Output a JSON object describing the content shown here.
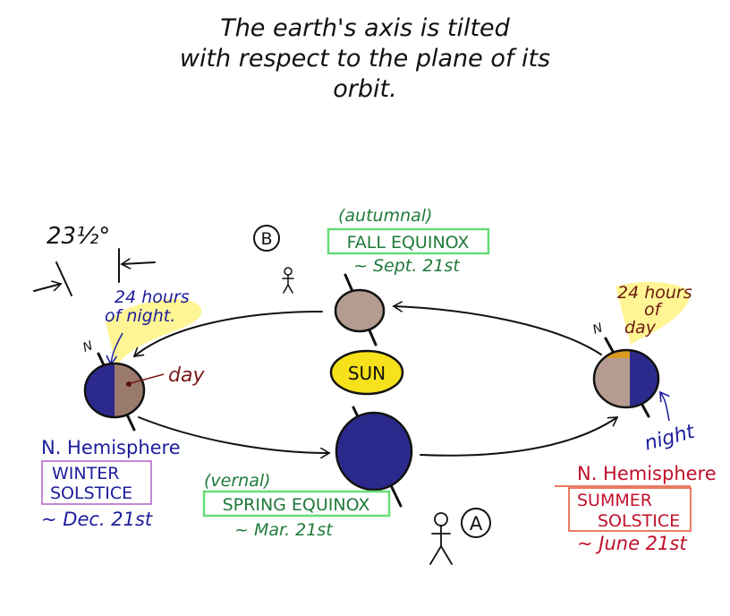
{
  "title": {
    "line1": "The earth's axis is tilted",
    "line2": "with respect to the plane of its",
    "line3": "orbit."
  },
  "tilt": {
    "angle_label": "23½°"
  },
  "observers": {
    "b_label": "B",
    "a_label": "A"
  },
  "fall": {
    "qualifier": "(autumnal)",
    "name": "FALL EQUINOX",
    "date": "~ Sept. 21st"
  },
  "spring": {
    "qualifier": "(vernal)",
    "name": "SPRING EQUINOX",
    "date": "~ Mar. 21st"
  },
  "sun": {
    "label": "SUN"
  },
  "winter": {
    "north": "N",
    "note_line1": "24 hours",
    "note_line2": "of night.",
    "day_label": "day",
    "hemisphere": "N. Hemisphere",
    "name_line1": "WINTER",
    "name_line2": "SOLSTICE",
    "date": "~ Dec. 21st"
  },
  "summer": {
    "north": "N",
    "note_line1": "24 hours",
    "note_line2": "of",
    "note_line3": "day",
    "night_label": "night",
    "hemisphere": "N. Hemisphere",
    "name_line1": "SUMMER",
    "name_line2": "SOLSTICE",
    "date": "~ June 21st"
  },
  "colors": {
    "night": "#2b2a8c",
    "day": "#a88a7c",
    "sun": "#f7e11a",
    "highlight": "#fff27a",
    "green": "#1f7a3a",
    "green_box": "#66dd77",
    "blue_text": "#1c1c9c",
    "purple_box": "#b060c8",
    "red_text": "#c0102a",
    "maroon": "#7a1a1a"
  }
}
